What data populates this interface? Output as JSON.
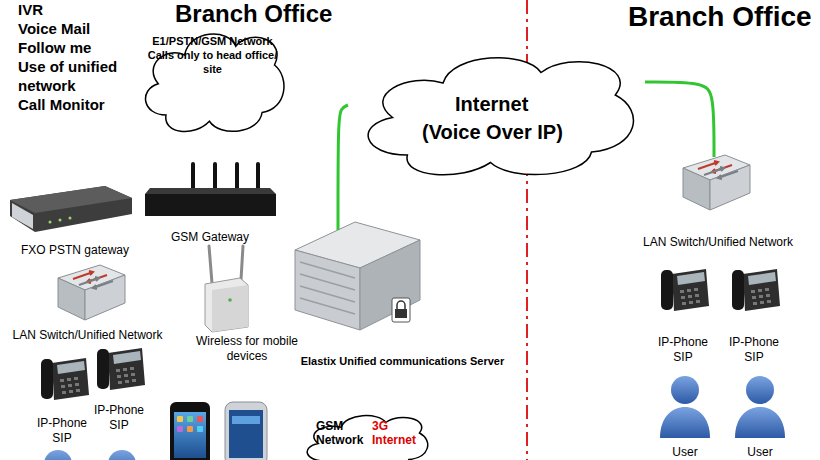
{
  "diagram": {
    "nodes": [
      {
        "text": [
          "E1/PSTN/GSM Network Calls only to head office/ site"
        ]
      },
      {
        "text": [
          "Internet (Voice Over IP)"
        ]
      },
      {
        "text": [
          "GSM Gateway"
        ]
      },
      {
        "text": [
          "LAN Switch/Unified Network"
        ]
      },
      {
        "text": [
          "FXO PSTN gateway"
        ]
      },
      {
        "text": [
          "LAN Switch/Unified Network"
        ]
      },
      {
        "text": [
          "Wireless for mobile devices"
        ]
      },
      {
        "text": [
          "Elastix Unified communications Server"
        ]
      },
      {
        "text": [
          "IP-Phone SIP"
        ]
      },
      {
        "text": [
          "IP-Phone SIP"
        ]
      },
      {
        "text": [
          "IP-Phone SIP"
        ]
      },
      {
        "text": [
          "IP-Phone SIP"
        ]
      },
      {
        "text": [
          "User"
        ]
      },
      {
        "text": [
          "User"
        ]
      },
      {
        "text": [
          "GSM Network",
          "3G Internet"
        ]
      }
    ],
    "edges": [
      {
        "from": 7,
        "to": 1,
        "arrow": "none"
      },
      {
        "from": 1,
        "to": 3,
        "arrow": "none"
      }
    ],
    "labels": [
      "IVR",
      "Voice Mail",
      "Follow me",
      "Use of unified network",
      "Call Monitor",
      "Branch Office",
      "Branch Office"
    ]
  }
}
